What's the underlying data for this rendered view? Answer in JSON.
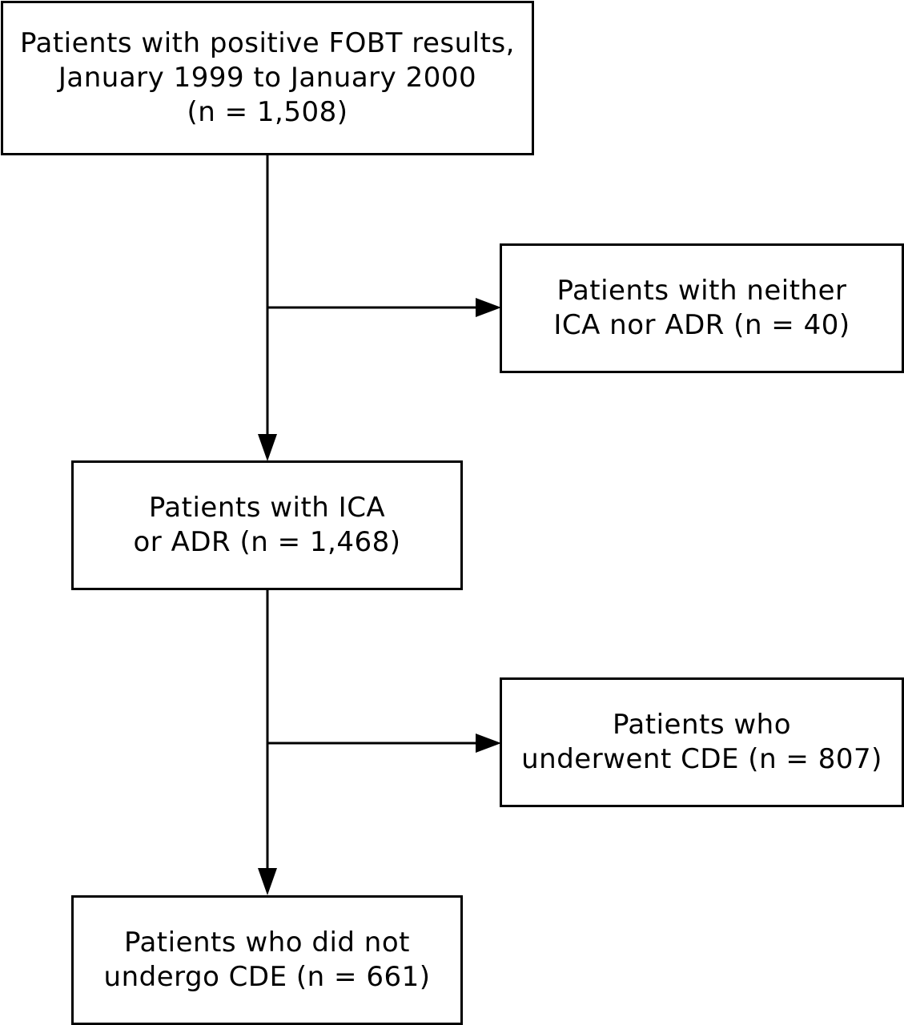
{
  "nodes": {
    "start": {
      "lines": [
        "Patients with positive FOBT results,",
        "January 1999 to January 2000",
        "(n = 1,508)"
      ]
    },
    "neither": {
      "lines": [
        "Patients with neither",
        "ICA nor ADR (n = 40)"
      ]
    },
    "ica_adr": {
      "lines": [
        "Patients with ICA",
        "or ADR (n = 1,468)"
      ]
    },
    "underwent_cde": {
      "lines": [
        "Patients who",
        "underwent CDE (n = 807)"
      ]
    },
    "no_cde": {
      "lines": [
        "Patients who did not",
        "undergo CDE (n = 661)"
      ]
    }
  },
  "edges": [
    {
      "from": "start",
      "to": "neither"
    },
    {
      "from": "start",
      "to": "ica_adr"
    },
    {
      "from": "ica_adr",
      "to": "underwent_cde"
    },
    {
      "from": "ica_adr",
      "to": "no_cde"
    }
  ],
  "colors": {
    "stroke": "#000000",
    "background": "#ffffff"
  }
}
